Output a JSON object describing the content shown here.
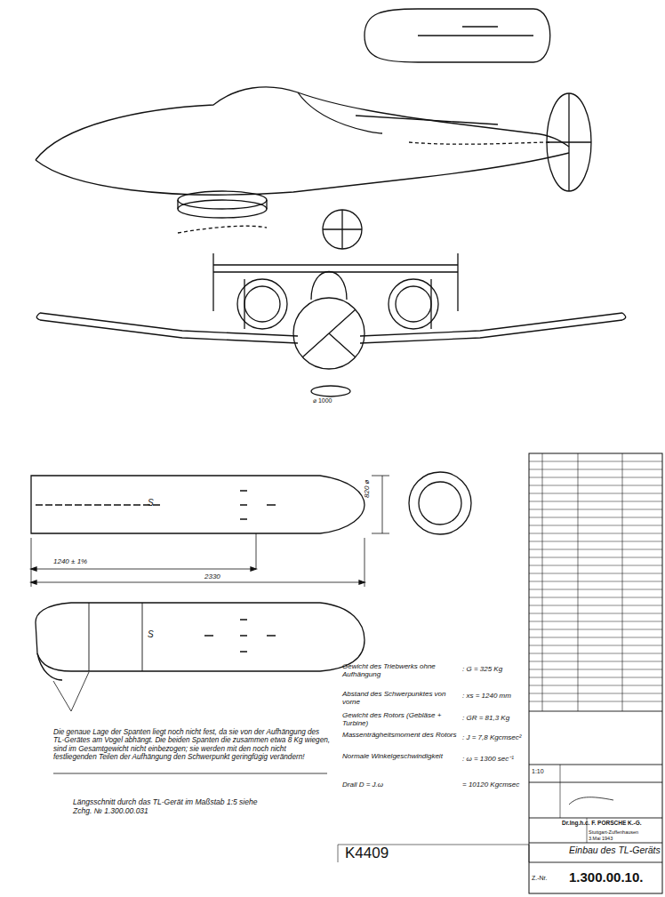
{
  "diagram": {
    "title": "Einbau des TL-Geräts",
    "labels": [
      "⌀ 1000",
      "S",
      "1240 ± 1%",
      "2330",
      "820 ø",
      "S",
      "Die genaue Lage der Spanten liegt noch nicht fest, da sie von der Aufhängung des TL-Gerätes am Vogel abhängt. Die beiden Spanten die zusammen etwa 8 Kg wiegen, sind im Gesamtgewicht nicht einbezogen; sie werden mit den noch nicht festliegenden Teilen der Aufhängung den Schwerpunkt geringfügig verändern!",
      "Längsschnitt durch das TL-Gerät im Maßstab 1:5 siehe Zchg. № 1.300.00.031",
      "Gewicht des Triebwerks ohne Aufhängung",
      ": G = 325 Kg",
      "Abstand des Schwerpunktes von vorne",
      ": xs = 1240 mm",
      "Gewicht des Rotors (Gebläse + Turbine)",
      ": GR = 81,3 Kg",
      "Massenträgheitsmoment des Rotors",
      ": J = 7,8 Kgcmsec²",
      "Normale Winkelgeschwindigkeit",
      ": ω = 1300 sec⁻¹",
      "Drall D = J.ω",
      "= 10120 Kgcmsec",
      "1:10",
      "Dr.Ing.h.c. F. PORSCHE K.-G.",
      "Stuttgart-Zuffenhausen",
      "3.Mai 1943",
      "K4409",
      "Z.-Nr.",
      "1.300.00.10."
    ]
  }
}
